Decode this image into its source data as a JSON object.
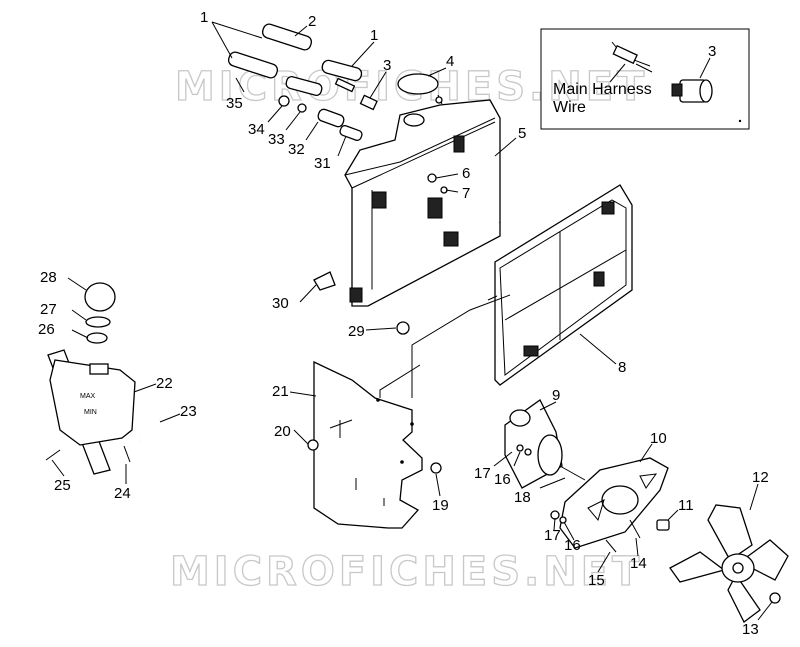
{
  "watermark": {
    "top": "MICROFICHES.NET",
    "bottom": "MICROFICHES.NET"
  },
  "inset": {
    "label_line1": "Main Harness",
    "label_line2": "Wire",
    "callout": "3"
  },
  "callouts": {
    "c1a": "1",
    "c1b": "1",
    "c2": "2",
    "c3": "3",
    "c4": "4",
    "c5": "5",
    "c6": "6",
    "c7": "7",
    "c8": "8",
    "c9": "9",
    "c10": "10",
    "c11": "11",
    "c12": "12",
    "c13": "13",
    "c14": "14",
    "c15": "15",
    "c16a": "16",
    "c16b": "16",
    "c17a": "17",
    "c17b": "17",
    "c18": "18",
    "c19": "19",
    "c20": "20",
    "c21": "21",
    "c22": "22",
    "c23": "23",
    "c24": "24",
    "c25": "25",
    "c26": "26",
    "c27": "27",
    "c28": "28",
    "c29": "29",
    "c30": "30",
    "c31": "31",
    "c32": "32",
    "c33": "33",
    "c34": "34",
    "c35": "35"
  },
  "tank_labels": {
    "max": "MAX",
    "min": "MIN"
  }
}
